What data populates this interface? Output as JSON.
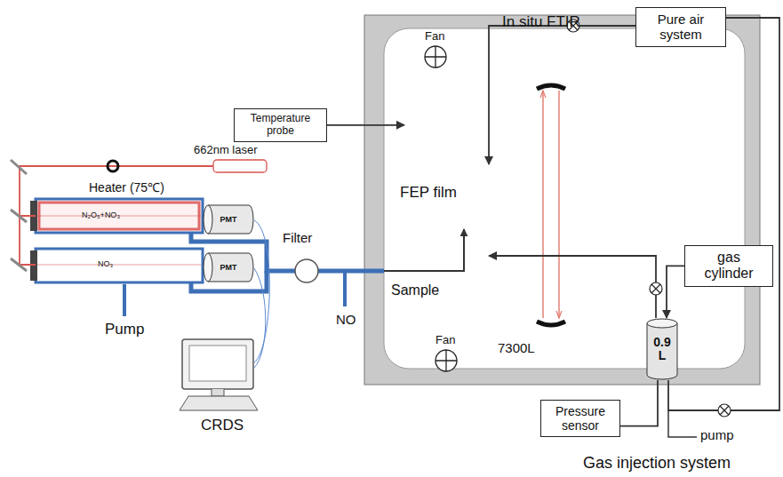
{
  "diagram": {
    "nodes": [
      {
        "text": [
          "Pure air system"
        ]
      },
      {
        "text": [
          "Temperature probe"
        ]
      },
      {
        "text": [
          "FEP film"
        ]
      },
      {
        "text": [
          "PMT"
        ]
      },
      {
        "text": [
          "PMT"
        ]
      },
      {
        "text": [
          "gas cylinder"
        ]
      },
      {
        "text": [
          "0.9 L"
        ]
      },
      {
        "text": [
          "Pressure sensor"
        ]
      }
    ],
    "edges": [
      {
        "from": 1,
        "to": 2,
        "arrow": "to"
      },
      {
        "from": 0,
        "to": 2,
        "arrow": "to"
      },
      {
        "from": 5,
        "to": 6,
        "arrow": "to"
      },
      {
        "from": 6,
        "to": 2,
        "arrow": "to"
      },
      {
        "from": 7,
        "to": 6,
        "arrow": "none"
      },
      {
        "from": 0,
        "to": 6,
        "arrow": "none"
      }
    ],
    "labels": [
      "In situ FTIR",
      "Fan",
      "Fan",
      "662nm laser",
      "Heater (75℃)",
      "N₂O₅+NO₃",
      "NO₃",
      "Filter",
      "Sample",
      "NO",
      "Pump",
      "CRDS",
      "7300L",
      "pump",
      "Gas injection system"
    ]
  }
}
